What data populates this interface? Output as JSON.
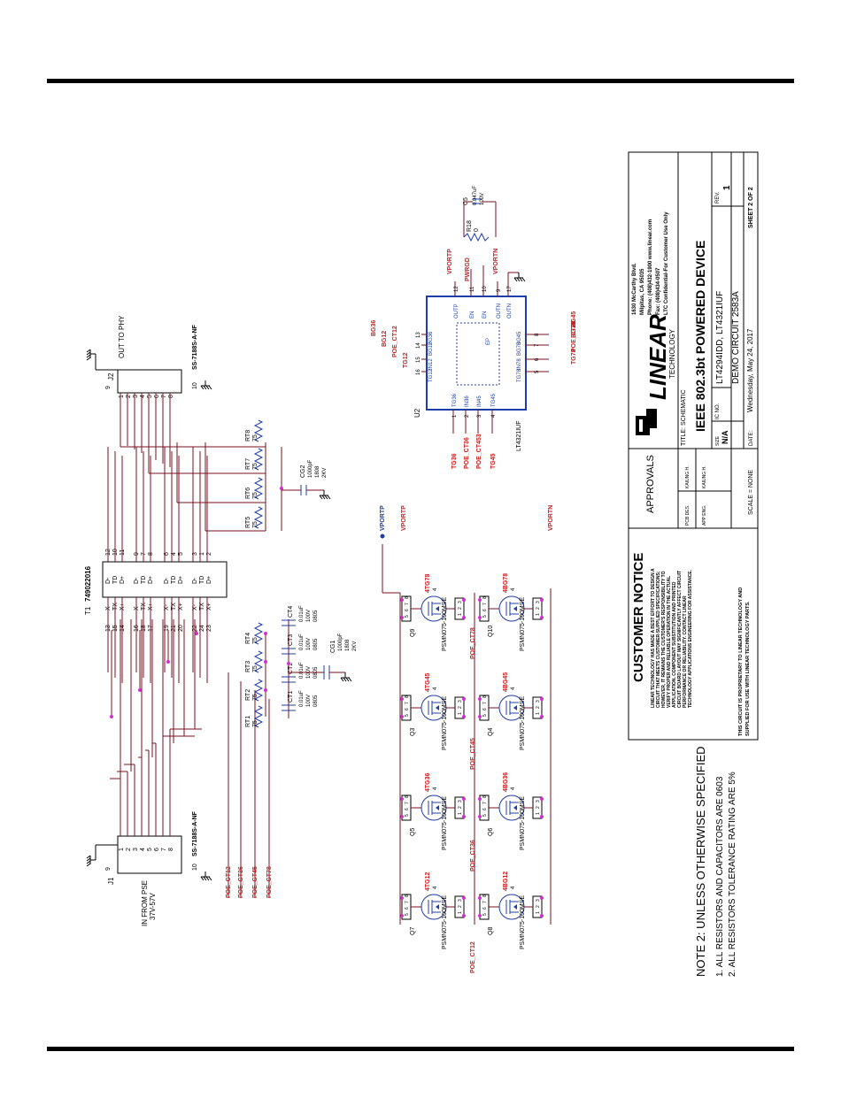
{
  "notes": {
    "heading": "NOTE 2: UNLESS OTHERWISE SPECIFIED",
    "line1": "1. ALL RESISTORS AND CAPACITORS ARE 0603",
    "line2": "2. ALL RESISTORS TOLERANCE RATING ARE 5%"
  },
  "customer_notice": {
    "heading": "CUSTOMER NOTICE",
    "lines": [
      "LINEAR TECHNOLOGY HAS MADE A BEST EFFORT TO DESIGN A",
      "CIRCUIT THAT MEETS CUSTOMER-SUPPLIED SPECIFICATIONS;",
      "HOWEVER, IT REMAINS THE CUSTOMER'S RESPONSIBILITY TO",
      "VERIFY PROPER AND RELIABLE OPERATION IN THE ACTUAL",
      "APPLICATION. COMPONENT SUBSTITUTION AND PRINTED",
      "CIRCUIT BOARD LAYOUT MAY SIGNIFICANTLY AFFECT CIRCUIT",
      "PERFORMANCE OR RELIABILITY. CONTACT LINEAR",
      "TECHNOLOGY APPLICATIONS ENGINEERING FOR ASSISTANCE."
    ],
    "proprietary1": "THIS CIRCUIT IS PROPRIETARY TO LINEAR TECHNOLOGY AND",
    "proprietary2": "SUPPLIED FOR USE WITH LINEAR TECHNOLOGY PARTS."
  },
  "approvals": {
    "heading": "APPROVALS",
    "pcb_des_label": "PCB DES.",
    "pcb_des": "KAIUNG H.",
    "app_eng_label": "APP ENG.",
    "app_eng": "KAIUNG H.",
    "scale": "SCALE = NONE"
  },
  "company": {
    "logo_text": "LINEAR",
    "logo_sub": "TECHNOLOGY",
    "address1": "1630 McCarthy Blvd.",
    "address2": "Milpitas, CA 95035",
    "phone": "Phone: (408)432-1900  www.linear.com",
    "fax": "Fax: (408)434-0507",
    "confidential": "LTC Confidential-For Customer Use Only"
  },
  "title_block": {
    "title_label": "TITLE: SCHEMATIC",
    "title": "IEEE 802.3bt POWERED DEVICE",
    "size_label": "SIZE",
    "size": "N/A",
    "ic_label": "IC NO.",
    "ic_no": "LT4294IDD, LT4321IUF",
    "demo_circuit": "DEMO CIRCUIT 2583A",
    "rev_label": "REV.",
    "rev": "1",
    "date_label": "DATE:",
    "date": "Wednesday, May 24, 2017",
    "sheet": "SHEET  2   OF  2"
  },
  "connectors": {
    "j1": "J1",
    "j1_part": "SS-7188S-A-NF",
    "j1_caption1": "IN FROM PSE",
    "j1_caption2": "37V-57V",
    "j2": "J2",
    "j2_part": "SS-7188S-A-NF",
    "j2_caption": "OUT TO PHY",
    "pins": [
      "1",
      "2",
      "3",
      "4",
      "5",
      "6",
      "7",
      "8"
    ],
    "pin9": "9",
    "pin10": "10"
  },
  "transformer": {
    "ref": "T1",
    "part": "749022016",
    "left_pins": [
      {
        "pins": "13 15 14",
        "labels": [
          "X-",
          "TX",
          "X+"
        ]
      },
      {
        "pins": "16 18 17",
        "labels": [
          "X-",
          "TX",
          "X+"
        ]
      },
      {
        "pins": "19 21 20",
        "labels": [
          "X-",
          "TX",
          "X+"
        ]
      },
      {
        "pins": "22 24 23",
        "labels": [
          "X-",
          "TX",
          "X+"
        ]
      }
    ],
    "right_pins": [
      {
        "pins": "12 10 11",
        "labels": [
          "D-",
          "TD",
          "D+"
        ]
      },
      {
        "pins": "9 7 8",
        "labels": [
          "D-",
          "TD",
          "D+"
        ]
      },
      {
        "pins": "6 4 5",
        "labels": [
          "D-",
          "TD",
          "D+"
        ]
      },
      {
        "pins": "3 1 2",
        "labels": [
          "D-",
          "TD",
          "D+"
        ]
      }
    ]
  },
  "passives": {
    "res_val": "75",
    "r_left": [
      "RT1",
      "RT2",
      "RT3",
      "RT4"
    ],
    "r_right": [
      "RT5",
      "RT6",
      "RT7",
      "RT8"
    ],
    "ct": [
      "CT1",
      "CT2",
      "CT3",
      "CT4"
    ],
    "ct_val": [
      "0.01uF",
      "100V",
      "0805"
    ],
    "cg1": "CG1",
    "cg2": "CG2",
    "cg_val": [
      "1000pF",
      "1808",
      "2KV"
    ],
    "r18": "R18",
    "r18_val": "0",
    "c5": "C5",
    "c5_val": [
      "0.047uF",
      "100V"
    ]
  },
  "poe_labels": [
    "POE_CT12",
    "POE_CT36",
    "POE_CT45",
    "POE_CT78"
  ],
  "mosfets": {
    "part": "PSMN075-100MSE",
    "items": [
      {
        "ref": "Q7",
        "gate": "4TG12"
      },
      {
        "ref": "Q8",
        "gate": "4BG12"
      },
      {
        "ref": "Q5",
        "gate": "4TG36"
      },
      {
        "ref": "Q6",
        "gate": "4BG36"
      },
      {
        "ref": "Q3",
        "gate": "4TG45"
      },
      {
        "ref": "Q4",
        "gate": "4BG45"
      },
      {
        "ref": "Q9",
        "gate": "4TG78"
      },
      {
        "ref": "Q10",
        "gate": "4BG78"
      }
    ],
    "drain_pins": "5 6 7 8",
    "source_pins": "1 2 3",
    "gate_pin": "4"
  },
  "rails": {
    "vportp": "VPORTP",
    "vportn": "VPORTN",
    "pwrgd": "PWRGD"
  },
  "ic": {
    "ref": "U2",
    "part": "LT4321IUF",
    "ep": "EP",
    "top_pins": [
      {
        "num": "12",
        "name": "OUTP"
      },
      {
        "num": "11",
        "name": "EN"
      },
      {
        "num": "10",
        "name": "EN"
      },
      {
        "num": "9",
        "name": "OUTN"
      },
      {
        "num": "17",
        "name": "OUTN"
      }
    ],
    "left_pins": [
      {
        "num": "13",
        "name": "BG36",
        "net": "BG36"
      },
      {
        "num": "14",
        "name": "BG12",
        "net": "BG12"
      },
      {
        "num": "15",
        "name": "IN12",
        "net": "POE_CT12"
      },
      {
        "num": "16",
        "name": "TG12",
        "net": "TG12"
      }
    ],
    "right_pins": [
      {
        "num": "8",
        "name": "BG45",
        "net": "BG45"
      },
      {
        "num": "7",
        "name": "BG78",
        "net": "BG78"
      },
      {
        "num": "6",
        "name": "IN78",
        "net": "POE_CT78"
      },
      {
        "num": "5",
        "name": "TG78",
        "net": "TG78"
      }
    ],
    "bottom_pins": [
      {
        "num": "1",
        "name": "TG36",
        "net": "TG36"
      },
      {
        "num": "2",
        "name": "IN36",
        "net": "POE_CT36"
      },
      {
        "num": "3",
        "name": "IN45",
        "net": "POE_CT453"
      },
      {
        "num": "4",
        "name": "TG45",
        "net": "TG45"
      }
    ]
  },
  "colors": {
    "wire": "#7a1020",
    "net_label": "#cc1f1f",
    "ic_outline": "#1f3fa8",
    "component": "#1f3fa8",
    "junction": "#d22fd2",
    "text": "#000000"
  }
}
